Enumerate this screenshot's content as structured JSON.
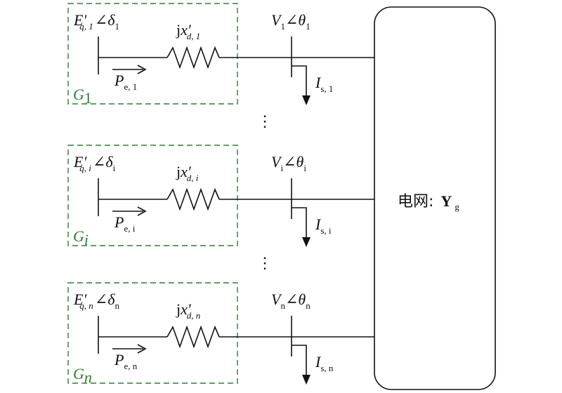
{
  "generators": [
    {
      "id": "1",
      "emf_sub": "q, 1",
      "delta_sub": "1",
      "x_sub": "d, 1",
      "v_sub": "1",
      "theta_sub": "1",
      "i_sub": "s, 1",
      "p_sub": "e, 1",
      "g_sub": "1"
    },
    {
      "id": "i",
      "emf_sub": "q, i",
      "delta_sub": "i",
      "x_sub": "d, i",
      "v_sub": "i",
      "theta_sub": "i",
      "i_sub": "s, i",
      "p_sub": "e, i",
      "g_sub": "i"
    },
    {
      "id": "n",
      "emf_sub": "q, n",
      "delta_sub": "n",
      "x_sub": "d, n",
      "v_sub": "n",
      "theta_sub": "n",
      "i_sub": "s, n",
      "p_sub": "e, n",
      "g_sub": "n"
    }
  ],
  "symbols": {
    "E": "E′",
    "angle": "∠",
    "delta": "δ",
    "jx": "jx′",
    "V": "V",
    "theta": "θ",
    "I": "I",
    "P": "P",
    "G": "G",
    "ellipsis": "⋮"
  },
  "grid": {
    "label": "电网:",
    "Y": "Y",
    "Y_sub": "g"
  },
  "colors": {
    "line": "#111111",
    "box": "#2e7d32"
  }
}
